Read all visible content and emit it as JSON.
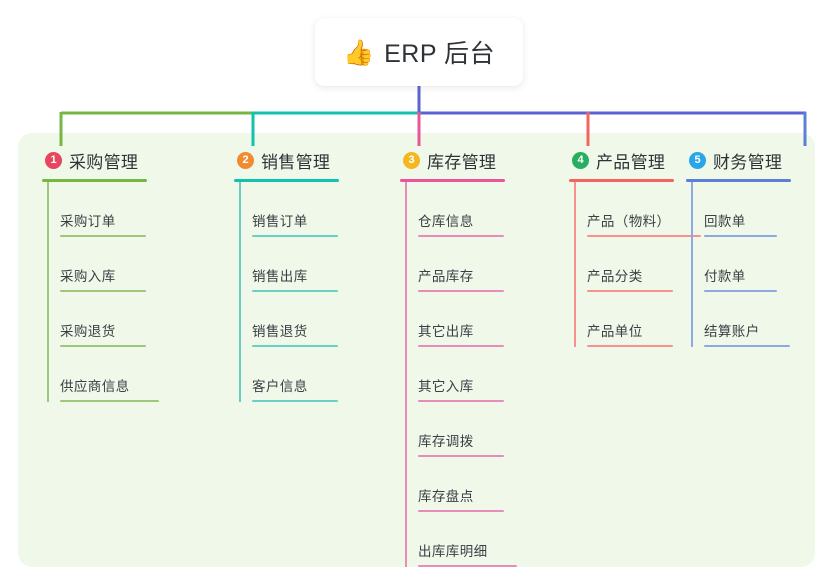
{
  "root": {
    "icon": "thumbs-up-icon",
    "emoji": "👍",
    "title": "ERP 后台"
  },
  "panel": {
    "background_color": "#eff8e9"
  },
  "connector_colors": {
    "branch_1": "#76b743",
    "branch_2": "#12c2ad",
    "branch_3": "#e8559b",
    "branch_4": "#f4635e",
    "branch_5": "#5b63d3",
    "trunk": "#5b63d3"
  },
  "columns": [
    {
      "number": "1",
      "title": "采购管理",
      "badge_color": "#e8455f",
      "line_color": "#76b743",
      "leaf_line_color": "#9ec77a",
      "items": [
        "采购订单",
        "采购入库",
        "采购退货",
        "供应商信息"
      ]
    },
    {
      "number": "2",
      "title": "销售管理",
      "badge_color": "#f08b32",
      "line_color": "#12c2ad",
      "leaf_line_color": "#68cfc4",
      "items": [
        "销售订单",
        "销售出库",
        "销售退货",
        "客户信息"
      ]
    },
    {
      "number": "3",
      "title": "库存管理",
      "badge_color": "#f5b721",
      "line_color": "#e8559b",
      "leaf_line_color": "#e88cb8",
      "items": [
        "仓库信息",
        "产品库存",
        "其它出库",
        "其它入库",
        "库存调拨",
        "库存盘点",
        "出库库明细"
      ]
    },
    {
      "number": "4",
      "title": "产品管理",
      "badge_color": "#27ae60",
      "line_color": "#f4635e",
      "leaf_line_color": "#f6918d",
      "items": [
        "产品（物料）",
        "产品分类",
        "产品单位"
      ]
    },
    {
      "number": "5",
      "title": "财务管理",
      "badge_color": "#28a6e8",
      "line_color": "#5b7fd4",
      "leaf_line_color": "#8fa9e0",
      "items": [
        "回款单",
        "付款单",
        "结算账户"
      ]
    }
  ]
}
